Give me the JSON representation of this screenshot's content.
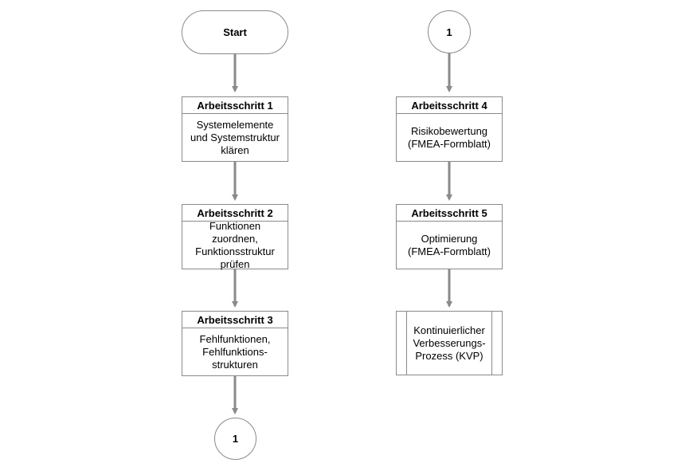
{
  "diagram": {
    "start_label": "Start",
    "connector_label": "1",
    "steps": [
      {
        "title": "Arbeitsschritt 1",
        "text": "Systemelemente\nund Systemstruktur\nklären"
      },
      {
        "title": "Arbeitsschritt 2",
        "text": "Funktionen zuordnen,\nFunktionsstruktur\nprüfen"
      },
      {
        "title": "Arbeitsschritt 3",
        "text": "Fehlfunktionen,\nFehlfunktions-\nstrukturen"
      },
      {
        "title": "Arbeitsschritt 4",
        "text": "Risikobewertung\n(FMEA-Formblatt)"
      },
      {
        "title": "Arbeitsschritt 5",
        "text": "Optimierung\n(FMEA-Formblatt)"
      }
    ],
    "process_text": "Kontinuierlicher\nVerbesserungs-\nProzess (KVP)"
  }
}
